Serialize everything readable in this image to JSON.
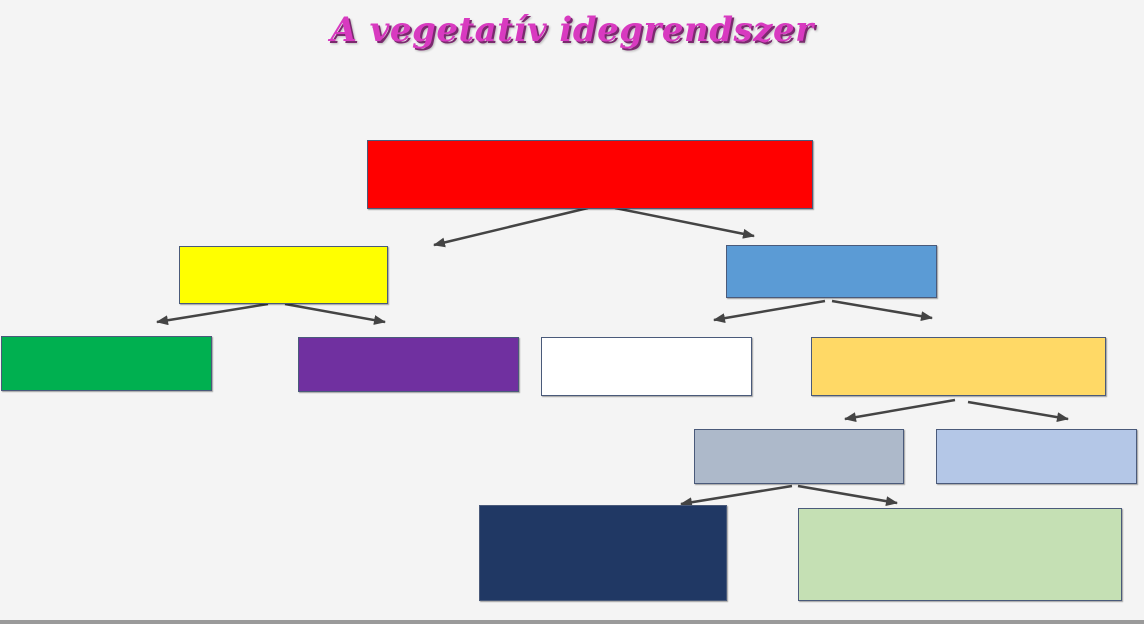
{
  "title": "A vegetatív idegrendszer",
  "colors": {
    "title": "#d83ac0",
    "arrow": "#444444",
    "root": "#ff0000",
    "left_branch": "#ffff00",
    "right_branch": "#5b9bd5",
    "green": "#00b050",
    "purple": "#7030a0",
    "white": "#ffffff",
    "gold": "#ffd966",
    "grey_blue": "#adb9ca",
    "light_blue": "#b4c7e7",
    "navy": "#203864",
    "light_green": "#c5e0b4"
  },
  "nodes": [
    {
      "id": "root",
      "label": "",
      "color_key": "root"
    },
    {
      "id": "left-branch",
      "label": "",
      "color_key": "left_branch"
    },
    {
      "id": "right-branch",
      "label": "",
      "color_key": "right_branch"
    },
    {
      "id": "left-leaf-1",
      "label": "",
      "color_key": "green"
    },
    {
      "id": "left-leaf-2",
      "label": "",
      "color_key": "purple"
    },
    {
      "id": "right-leaf-1",
      "label": "",
      "color_key": "white"
    },
    {
      "id": "right-sub",
      "label": "",
      "color_key": "gold"
    },
    {
      "id": "sub-left",
      "label": "",
      "color_key": "grey_blue"
    },
    {
      "id": "sub-right",
      "label": "",
      "color_key": "light_blue"
    },
    {
      "id": "bottom-left",
      "label": "",
      "color_key": "navy"
    },
    {
      "id": "bottom-right",
      "label": "",
      "color_key": "light_green"
    }
  ],
  "edges": [
    {
      "from": "root",
      "to": "left-branch"
    },
    {
      "from": "root",
      "to": "right-branch"
    },
    {
      "from": "left-branch",
      "to": "left-leaf-1"
    },
    {
      "from": "left-branch",
      "to": "left-leaf-2"
    },
    {
      "from": "right-branch",
      "to": "right-leaf-1"
    },
    {
      "from": "right-branch",
      "to": "right-sub"
    },
    {
      "from": "right-sub",
      "to": "sub-left"
    },
    {
      "from": "right-sub",
      "to": "sub-right"
    },
    {
      "from": "sub-left",
      "to": "bottom-left"
    },
    {
      "from": "sub-left",
      "to": "bottom-right"
    }
  ]
}
